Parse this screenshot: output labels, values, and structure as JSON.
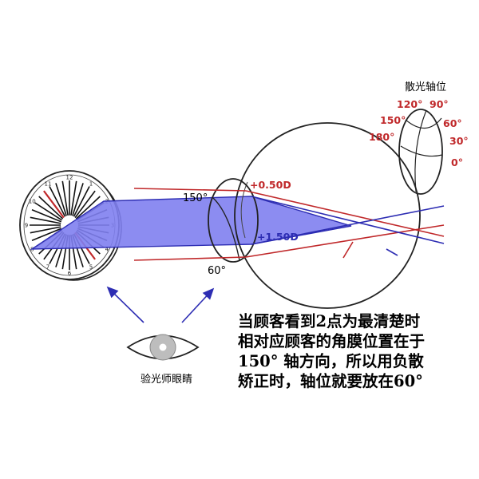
{
  "axis_title": "散光轴位",
  "axis_angles": {
    "a120": "120°",
    "a90": "90°",
    "a150": "150°",
    "a60": "60°",
    "a180": "180°",
    "a30": "30°",
    "a0": "0°"
  },
  "clock_numbers": [
    "12",
    "1",
    "2",
    "3",
    "4",
    "5",
    "6",
    "7",
    "8",
    "9",
    "10",
    "11"
  ],
  "lens_labels": {
    "angle_150": "150°",
    "angle_60": "60°",
    "power_top": "+0.50D",
    "power_bottom": "+1.50D"
  },
  "observer_label": "验光师眼睛",
  "caption_lines": [
    "当顾客看到2点为最清楚时",
    "相对应顾客的角膜位置在于",
    "150° 轴方向，所以用负散",
    "矫正时，轴位就要放在60°"
  ],
  "colors": {
    "blue": "#2d2db3",
    "red": "#c0282a",
    "beam": "#8080f0",
    "outline": "#222222"
  }
}
